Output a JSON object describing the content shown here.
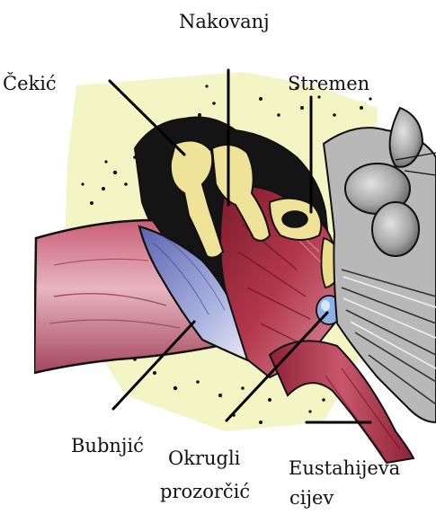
{
  "labels": {
    "nakovanj": "Nakovanj",
    "cekic": "Čekić",
    "stremen": "Stremen",
    "bubnjic": "Bubnjić",
    "okrugli_prozorcic_line1": "Okrugli",
    "okrugli_prozorcic_line2": "prozorčić",
    "eustahijeva_cijev_line1": "Eustahijeva",
    "eustahijeva_cijev_line2": "cijev"
  },
  "colors": {
    "background": "#ffffff",
    "pale_yellow": "#f3f6c4",
    "bone_yellow": "#efe39a",
    "canal_pink": "#b8536a",
    "canal_light": "#e7b0bd",
    "muscle_red": "#9c2337",
    "drum_blue": "#7c86c8",
    "dark_cavity": "#141414",
    "grey_cochlea": "#9b9b9b",
    "window_blue": "#8fb2e6",
    "outline": "#111111"
  }
}
